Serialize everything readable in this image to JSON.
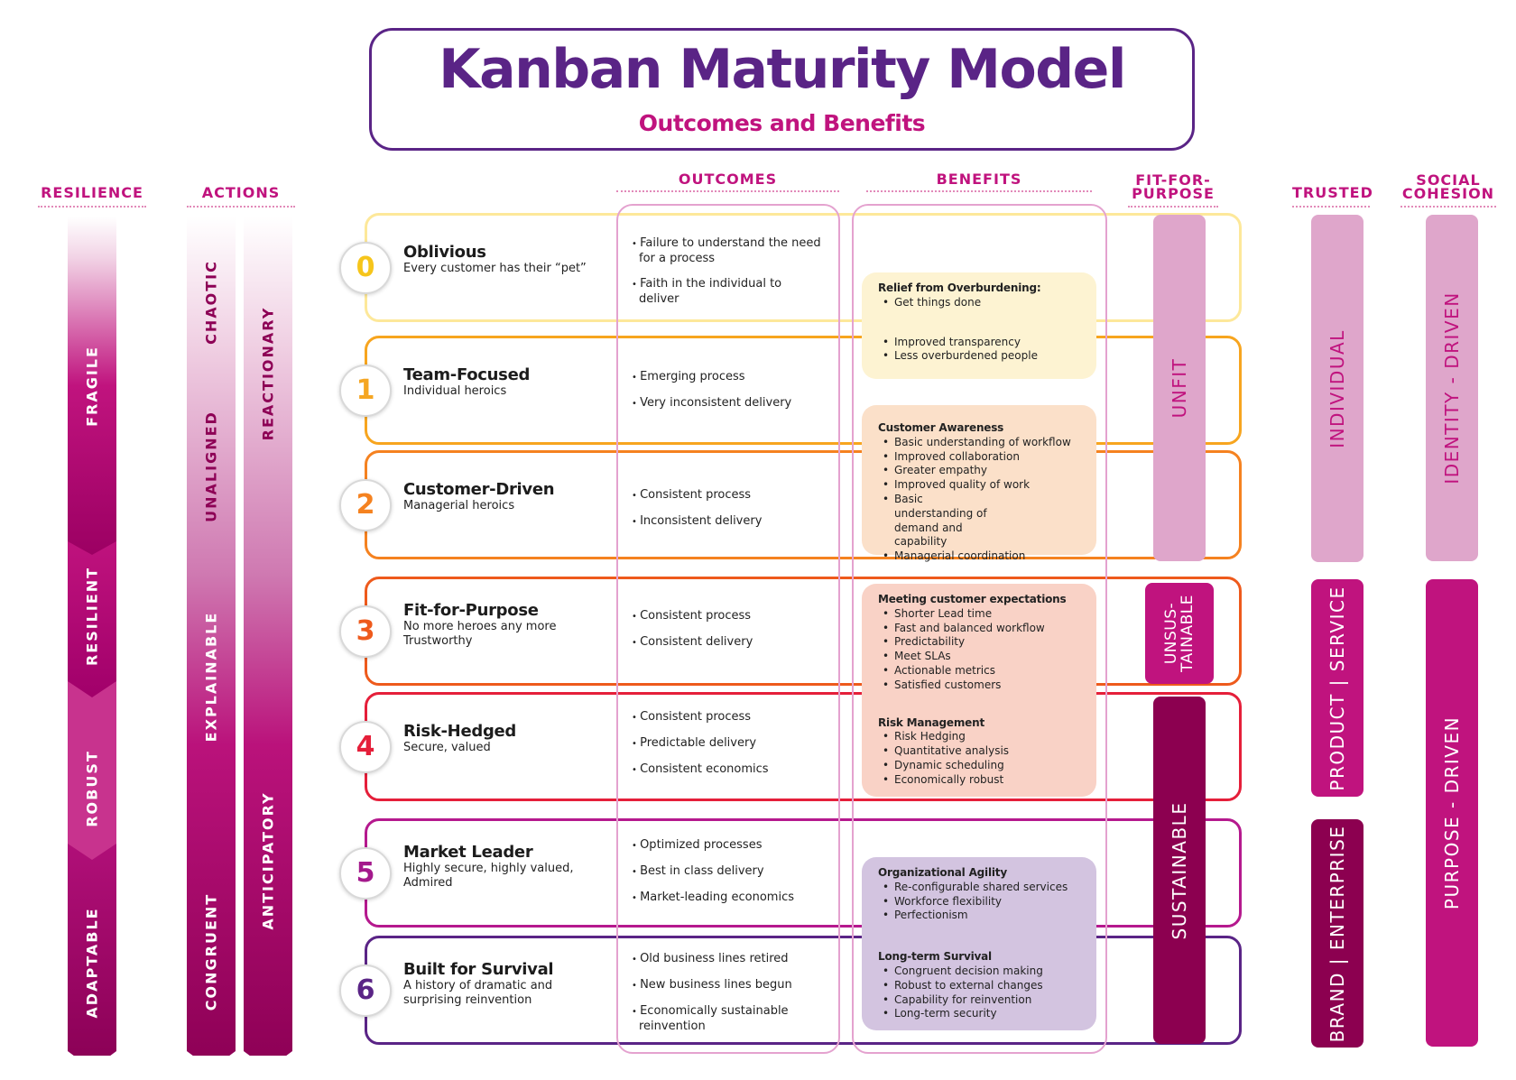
{
  "header": {
    "title": "Kanban Maturity Model",
    "subtitle": "Outcomes and Benefits"
  },
  "columns": {
    "resilience": "RESILIENCE",
    "actions": "ACTIONS",
    "outcomes": "OUTCOMES",
    "benefits": "BENEFITS",
    "fit_line1": "FIT-FOR-",
    "fit_line2": "PURPOSE",
    "trusted": "TRUSTED",
    "social_line1": "SOCIAL",
    "social_line2": "COHESION"
  },
  "resilience": {
    "segments": [
      "FRAGILE",
      "RESILIENT",
      "ROBUST",
      "ADAPTABLE"
    ]
  },
  "actions": {
    "left_bar": [
      "CHAOTIC",
      "UNALIGNED",
      "EXPLAINABLE",
      "CONGRUENT"
    ],
    "right_bar": [
      "REACTIONARY",
      "ANTICIPATORY"
    ]
  },
  "levels": [
    {
      "number": "0",
      "name": "Oblivious",
      "desc": [
        "Every customer has their “pet”"
      ],
      "color": "#fde89a",
      "num_color": "#f6c51b",
      "outcomes": [
        "Failure to understand the need for a process",
        "Faith in the individual to deliver"
      ]
    },
    {
      "number": "1",
      "name": "Team-Focused",
      "desc": [
        "Individual heroics"
      ],
      "color": "#f7a51f",
      "num_color": "#f5a623",
      "outcomes": [
        "Emerging process",
        "Very inconsistent delivery"
      ]
    },
    {
      "number": "2",
      "name": "Customer-Driven",
      "desc": [
        "Managerial heroics"
      ],
      "color": "#f58220",
      "num_color": "#f58220",
      "outcomes": [
        "Consistent  process",
        "Inconsistent delivery"
      ]
    },
    {
      "number": "3",
      "name": "Fit-for-Purpose",
      "desc": [
        "No more heroes any more",
        "Trustworthy"
      ],
      "color": "#ee5a1c",
      "num_color": "#ee5a1c",
      "outcomes": [
        "Consistent  process",
        "Consistent delivery"
      ]
    },
    {
      "number": "4",
      "name": "Risk-Hedged",
      "desc": [
        "Secure, valued"
      ],
      "color": "#e51f3a",
      "num_color": "#e51f3a",
      "outcomes": [
        "Consistent  process",
        "Predictable  delivery",
        "Consistent economics"
      ]
    },
    {
      "number": "5",
      "name": "Market Leader",
      "desc": [
        "Highly secure, highly valued,",
        "Admired"
      ],
      "color": "#b5198e",
      "num_color": "#a4198c",
      "outcomes": [
        "Optimized processes",
        "Best in class delivery",
        "Market-leading economics"
      ]
    },
    {
      "number": "6",
      "name": "Built for Survival",
      "desc": [
        "A history of dramatic and",
        "surprising reinvention"
      ],
      "color": "#5a2486",
      "num_color": "#5a2486",
      "outcomes": [
        "Old business lines retired",
        "New business lines begun",
        "Economically sustainable reinvention"
      ]
    }
  ],
  "benefits": [
    {
      "color": "#fdf3d2",
      "groups": [
        {
          "heading": "Relief from Overburdening:",
          "items": [
            "Get things done"
          ]
        },
        {
          "heading": "",
          "items": [
            "Improved transparency",
            "Less overburdened people"
          ]
        }
      ]
    },
    {
      "color": "#fbe0c9",
      "groups": [
        {
          "heading": "Customer Awareness",
          "items": [
            "Basic understanding of workflow",
            "Improved collaboration",
            "Greater empathy",
            "Improved quality of work",
            "Basic understanding of demand and capability",
            "Managerial coordination"
          ]
        }
      ]
    },
    {
      "color": "#f9d2c6",
      "groups": [
        {
          "heading": "Meeting customer expectations",
          "items": [
            "Shorter Lead time",
            "Fast and balanced workflow",
            "Predictability",
            "Meet SLAs",
            "Actionable metrics",
            "Satisfied customers"
          ]
        },
        {
          "heading": "Risk Management",
          "items": [
            "Risk Hedging",
            "Quantitative analysis",
            "Dynamic scheduling",
            "Economically robust"
          ]
        }
      ]
    },
    {
      "color": "#d3c4e0",
      "groups": [
        {
          "heading": "Organizational Agility",
          "items": [
            "Re-configurable shared services",
            "Workforce flexibility",
            "Perfectionism"
          ]
        },
        {
          "heading": "Long-term Survival",
          "items": [
            "Congruent decision making",
            "Robust to external changes",
            "Capability for reinvention",
            "Long-term security"
          ]
        }
      ]
    }
  ],
  "fit_for_purpose": {
    "unfit": "UNFIT",
    "unsustainable_line1": "UNSUS-",
    "unsustainable_line2": "TAINABLE",
    "sustainable": "SUSTAINABLE"
  },
  "trusted": {
    "individual": "INDIVIDUAL",
    "product_service": "PRODUCT | SERVICE",
    "brand_enterprise": "BRAND | ENTERPRISE"
  },
  "social_cohesion": {
    "identity": "IDENTITY  -  DRIVEN",
    "purpose": "PURPOSE  -  DRIVEN"
  },
  "colors": {
    "purple": "#5a2486",
    "magenta": "#c0137e",
    "dark_magenta": "#8c0050",
    "light_pink": "#dfa6cb",
    "column_frame": "#e4a2cf"
  }
}
